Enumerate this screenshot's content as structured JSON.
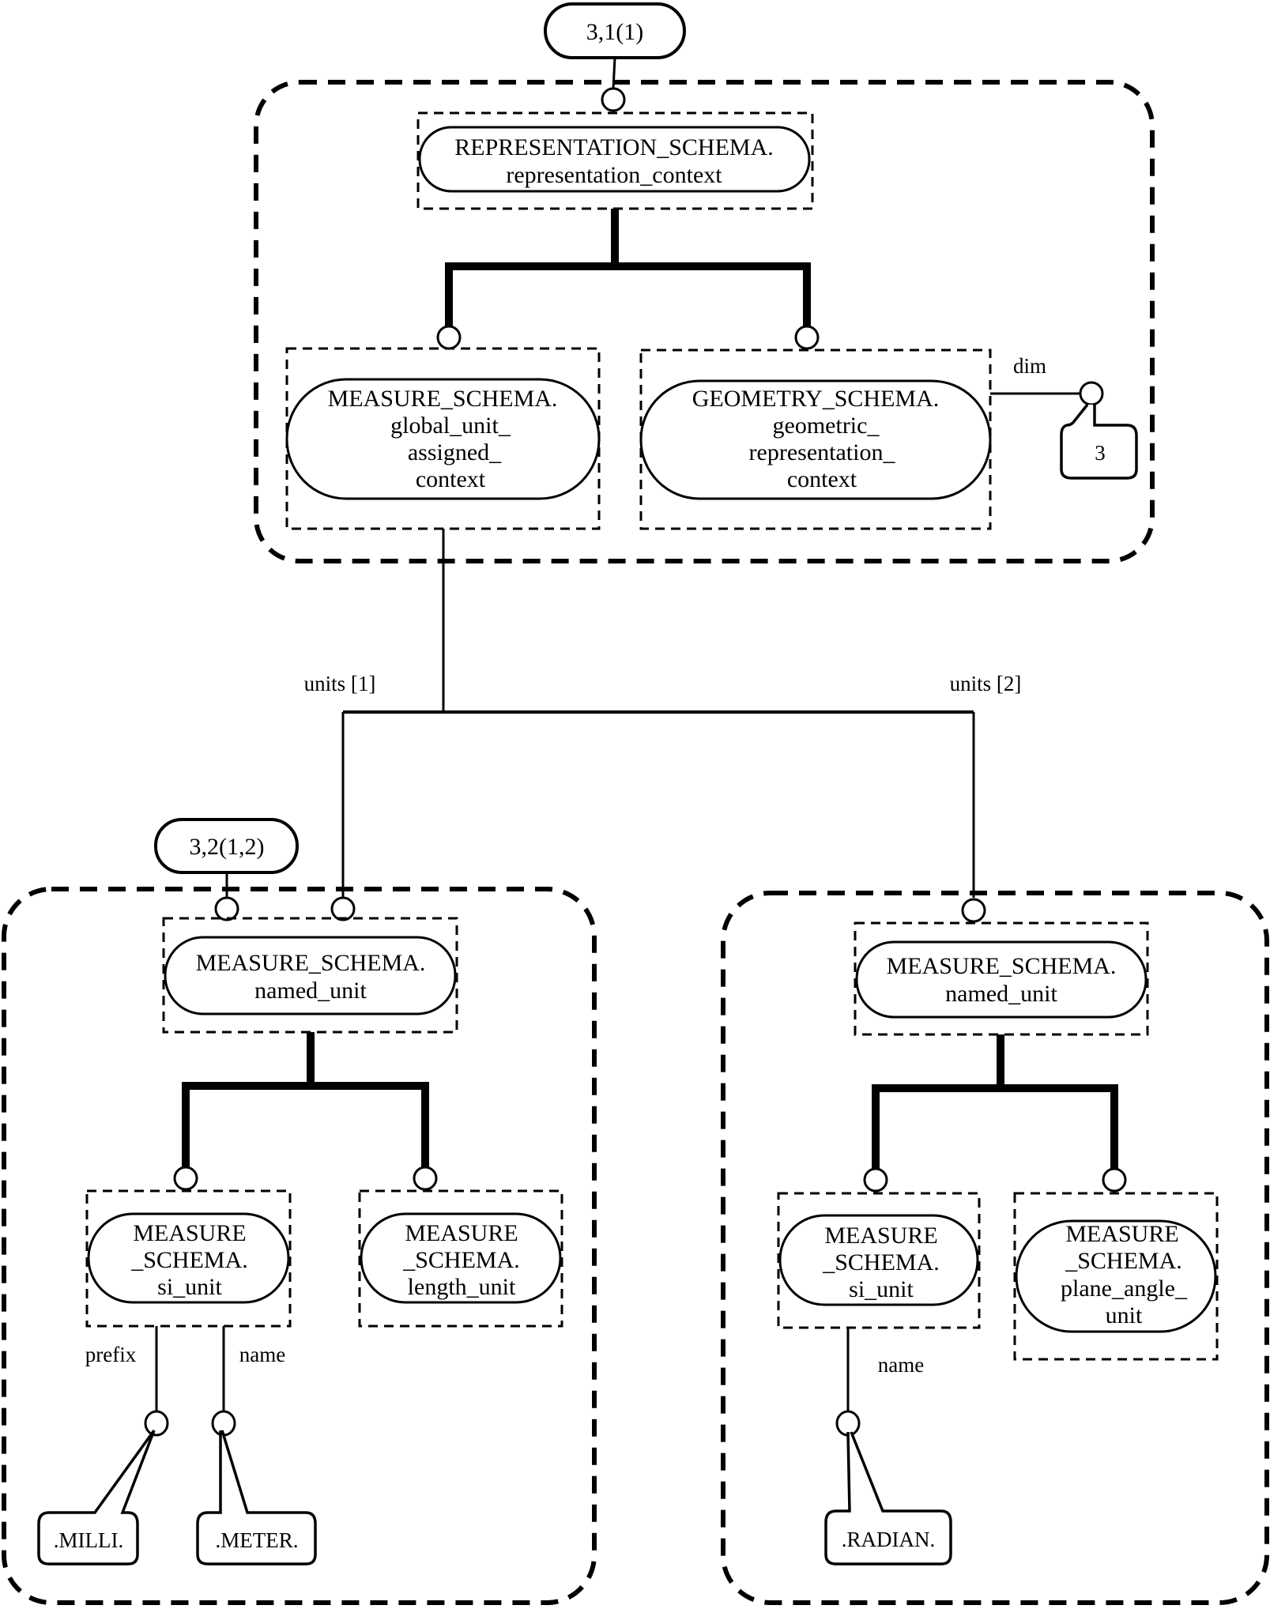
{
  "diagram": {
    "type": "EXPRESS-I instance diagram",
    "page_refs": {
      "top": "3,1(1)",
      "left": "3,2(1,2)"
    },
    "groups": [
      {
        "id": "group-top",
        "entity": {
          "line1": "REPRESENTATION_SCHEMA.",
          "line2": "representation_context"
        },
        "subtypes": [
          {
            "lines": [
              "MEASURE_SCHEMA.",
              "global_unit_",
              "assigned_",
              "context"
            ]
          },
          {
            "lines": [
              "GEOMETRY_SCHEMA.",
              "geometric_",
              "representation_",
              "context"
            ]
          }
        ],
        "attribute": {
          "label": "dim",
          "value": "3"
        }
      },
      {
        "id": "group-left",
        "entity": {
          "line1": "MEASURE_SCHEMA.",
          "line2": "named_unit"
        },
        "subtypes": [
          {
            "lines": [
              "MEASURE",
              "_SCHEMA.",
              "si_unit"
            ]
          },
          {
            "lines": [
              "MEASURE",
              "_SCHEMA.",
              "length_unit"
            ]
          }
        ],
        "attributes": [
          {
            "label": "prefix",
            "value": ".MILLI."
          },
          {
            "label": "name",
            "value": ".METER."
          }
        ]
      },
      {
        "id": "group-right",
        "entity": {
          "line1": "MEASURE_SCHEMA.",
          "line2": "named_unit"
        },
        "subtypes": [
          {
            "lines": [
              "MEASURE",
              "_SCHEMA.",
              "si_unit"
            ]
          },
          {
            "lines": [
              "MEASURE",
              "_SCHEMA.",
              "plane_angle_",
              "unit"
            ]
          }
        ],
        "attributes": [
          {
            "label": "name",
            "value": ".RADIAN."
          }
        ]
      }
    ],
    "relations": [
      {
        "label": "units [1]"
      },
      {
        "label": "units [2]"
      }
    ]
  }
}
